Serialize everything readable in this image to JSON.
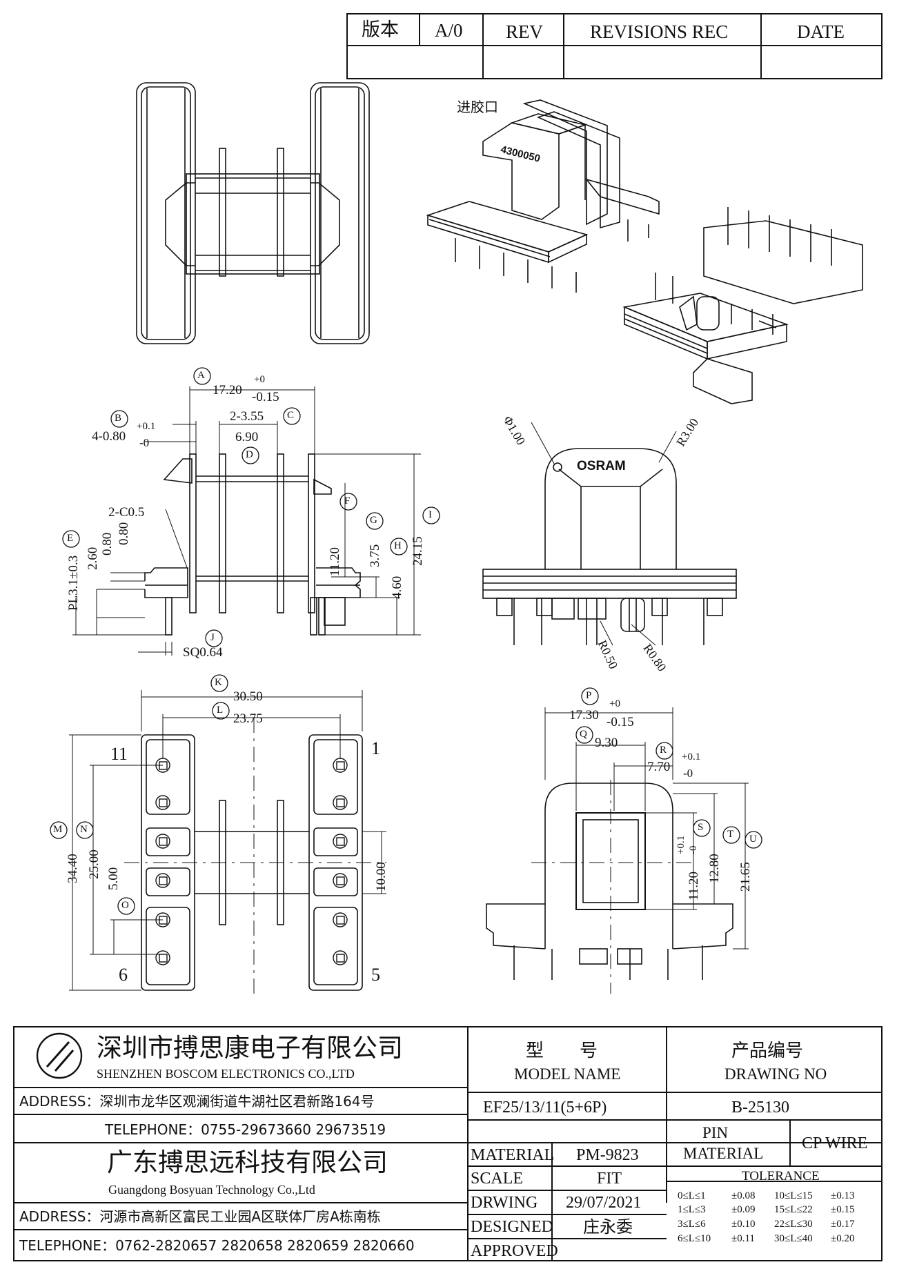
{
  "revision_block": {
    "version_label": "版本",
    "version_value": "A/0",
    "rev_label": "REV",
    "revisions_label": "REVISIONS REC",
    "date_label": "DATE"
  },
  "iso_view": {
    "gate_label": "进胶口",
    "part_code": "4300050"
  },
  "side_view": {
    "dims": {
      "A": "17.20",
      "A_tol_up": "+0",
      "A_tol_dn": "-0.15",
      "B": "4-0.80",
      "B_tol_up": "+0.1",
      "B_tol_dn": "-0",
      "C": "2-3.55",
      "D": "6.90",
      "chamfer": "2-C0.5",
      "F": "11.20",
      "G": "3.75",
      "H": "4.60",
      "I": "24.15",
      "pl": "PL3.1±0.3",
      "E": "2.60",
      "e2": "0.80",
      "e3": "0.80",
      "J": "SQ0.64"
    }
  },
  "front_view": {
    "radius_top": "R3.00",
    "dia": "Φ1.00",
    "logo": "OSRAM",
    "r_small": "R0.50",
    "r_med": "R0.80"
  },
  "bottom_view": {
    "dims": {
      "K": "30.50",
      "L": "23.75",
      "M": "34.40",
      "N": "25.00",
      "O": "5.00",
      "slot": "10.00"
    },
    "pins": {
      "p11": "11",
      "p1": "1",
      "p6": "6",
      "p5": "5"
    }
  },
  "core_view": {
    "dims": {
      "P": "17.30",
      "P_tol_up": "+0",
      "P_tol_dn": "-0.15",
      "Q": "9.30",
      "R": "7.70",
      "R_tol_up": "+0.1",
      "R_tol_dn": "-0",
      "S": "11.20",
      "S_tol_up": "+0.1",
      "S_tol_dn": "-0",
      "T": "12.80",
      "U": "21.65"
    }
  },
  "callouts": [
    "A",
    "B",
    "C",
    "D",
    "E",
    "F",
    "G",
    "H",
    "I",
    "J",
    "K",
    "L",
    "M",
    "N",
    "O",
    "P",
    "Q",
    "R",
    "S",
    "T",
    "U"
  ],
  "title_block": {
    "company_cn": "深圳市搏思康电子有限公司",
    "company_en": "SHENZHEN BOSCOM ELECTRONICS CO.,LTD",
    "address1": "ADDRESS：深圳市龙华区观澜街道牛湖社区君新路164号",
    "telephone1": "TELEPHONE：0755-29673660 29673519",
    "company2_cn": "广东搏思远科技有限公司",
    "company2_en": "Guangdong Bosyuan Technology Co.,Ltd",
    "address2": "ADDRESS：河源市高新区富民工业园A区联体厂房A栋南栋",
    "telephone2": "TELEPHONE：0762-2820657 2820658 2820659 2820660",
    "model_label_cn": "型　　号",
    "model_label_en": "MODEL NAME",
    "model_value": "EF25/13/11(5+6P)",
    "drawing_no_label_cn": "产品编号",
    "drawing_no_label_en": "DRAWING NO",
    "drawing_no_value": "B-25130",
    "material_label": "MATERIAL",
    "material_value": "PM-9823",
    "pin_material_label_1": "PIN",
    "pin_material_label_2": "MATERIAL",
    "pin_material_value": "CP WIRE",
    "scale_label": "SCALE",
    "scale_value": "FIT",
    "drawing_label": "DRWING",
    "drawing_date": "29/07/2021",
    "designed_label": "DESIGNED",
    "designed_value": "庄永委",
    "approved_label": "APPROVED",
    "tolerance_label": "TOLERANCE",
    "tolerances": [
      {
        "range": "0≤L≤1",
        "tol": "±0.08"
      },
      {
        "range": "1≤L≤3",
        "tol": "±0.09"
      },
      {
        "range": "3≤L≤6",
        "tol": "±0.10"
      },
      {
        "range": "6≤L≤10",
        "tol": "±0.11"
      },
      {
        "range": "10≤L≤15",
        "tol": "±0.13"
      },
      {
        "range": "15≤L≤22",
        "tol": "±0.15"
      },
      {
        "range": "22≤L≤30",
        "tol": "±0.17"
      },
      {
        "range": "30≤L≤40",
        "tol": "±0.20"
      }
    ]
  }
}
